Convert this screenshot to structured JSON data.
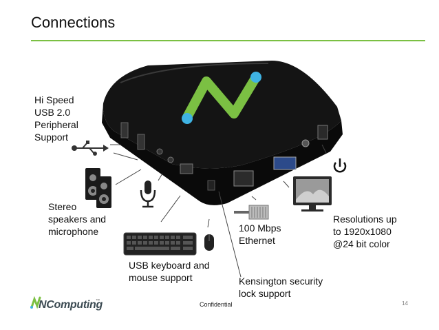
{
  "slide": {
    "title": "Connections",
    "footer": "Confidential",
    "page_number": "14",
    "logo": "NComputing"
  },
  "labels": {
    "usb": "Hi Speed\nUSB 2.0\nPeripheral\nSupport",
    "audio": "Stereo\nspeakers and\nmicrophone",
    "keyboard": "USB keyboard and\nmouse support",
    "ethernet": "100 Mbps\nEthernet",
    "resolution": "Resolutions up\nto 1920x1080\n@24 bit color",
    "kensington": "Kensington security\nlock support"
  },
  "colors": {
    "accent": "#7bc043",
    "device": "#111111",
    "logo_green": "#7bc043",
    "logo_blue": "#3fb3e3"
  },
  "icons": [
    "usb-icon",
    "speakers-icon",
    "microphone-icon",
    "keyboard-icon",
    "mouse-icon",
    "ethernet-plug-icon",
    "monitor-icon",
    "power-icon"
  ]
}
